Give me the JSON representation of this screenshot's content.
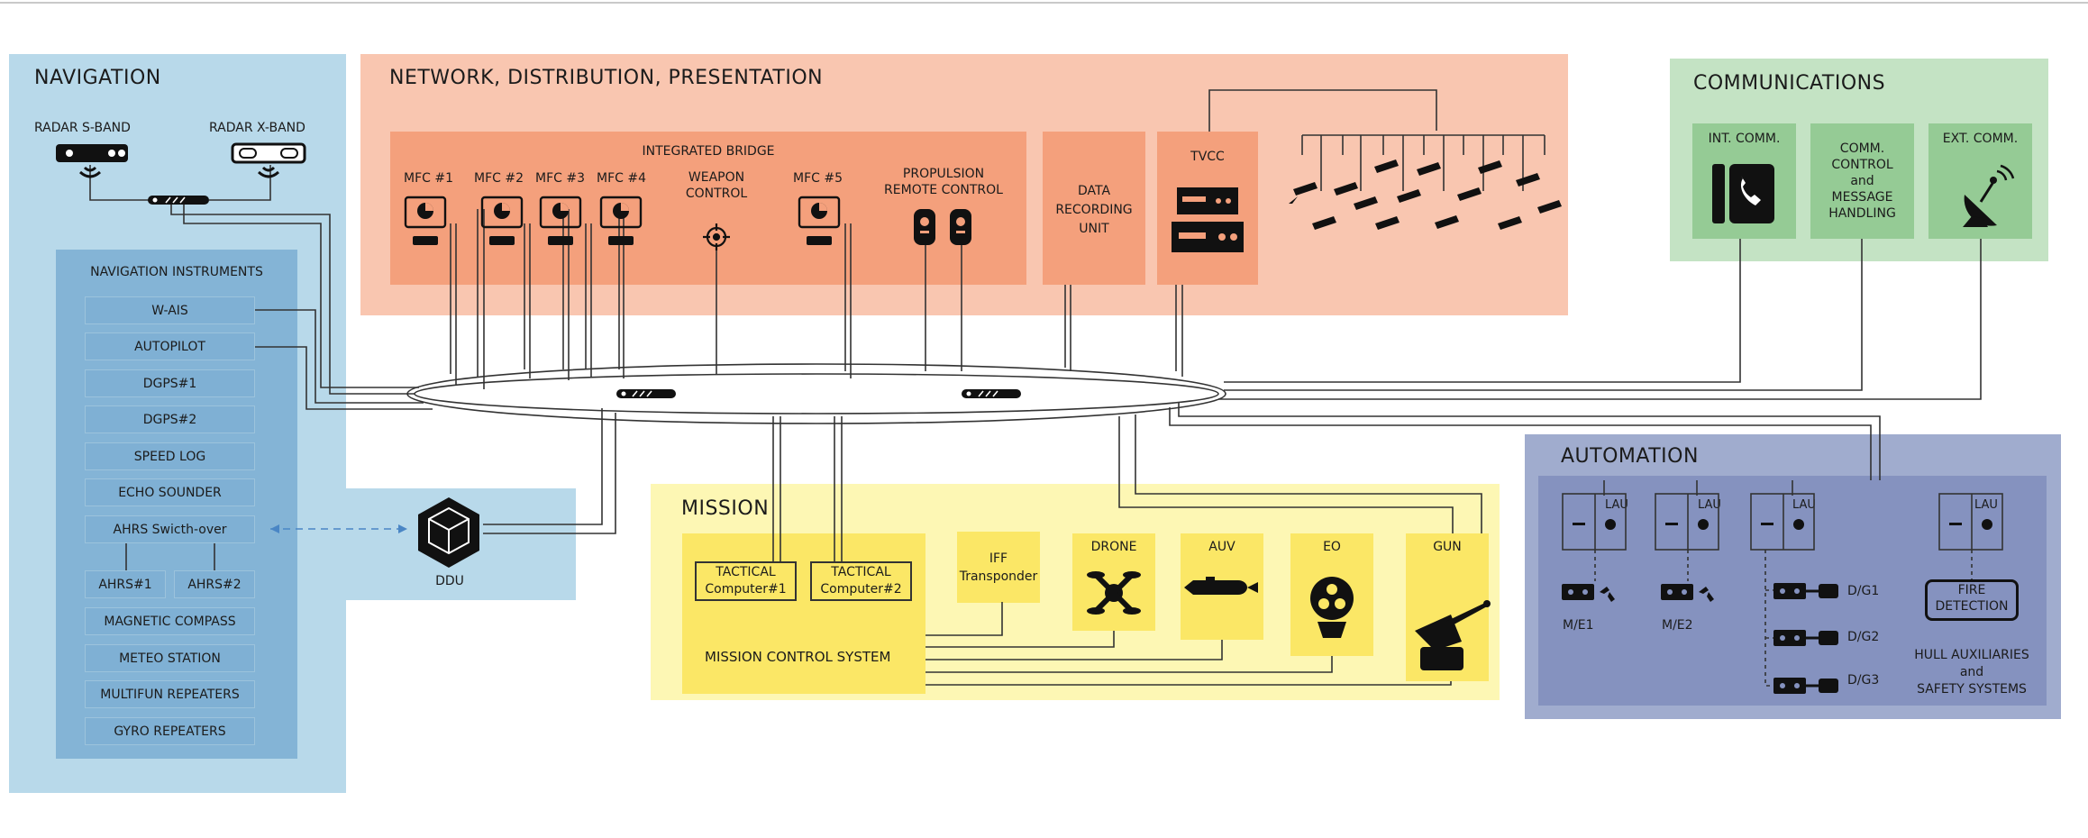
{
  "navigation": {
    "title": "NAVIGATION",
    "radar_s": "RADAR S-BAND",
    "radar_x": "RADAR X-BAND",
    "instruments_title": "NAVIGATION INSTRUMENTS",
    "instruments": [
      "W-AIS",
      "AUTOPILOT",
      "DGPS#1",
      "DGPS#2",
      "SPEED LOG",
      "ECHO SOUNDER",
      "AHRS Swicth-over"
    ],
    "ahrs1": "AHRS#1",
    "ahrs2": "AHRS#2",
    "instruments2": [
      "MAGNETIC COMPASS",
      "METEO STATION",
      "MULTIFUN REPEATERS",
      "GYRO REPEATERS"
    ],
    "ddu": "DDU"
  },
  "network": {
    "title": "NETWORK, DISTRIBUTION, PRESENTATION",
    "bridge": "INTEGRATED BRIDGE",
    "mfc": [
      "MFC #1",
      "MFC #2",
      "MFC #3",
      "MFC #4",
      "MFC #5"
    ],
    "weapon_1": "WEAPON",
    "weapon_2": "CONTROL",
    "propulsion_1": "PROPULSION",
    "propulsion_2": "REMOTE CONTROL",
    "data_rec_1": "DATA",
    "data_rec_2": "RECORDING",
    "data_rec_3": "UNIT",
    "tvcc": "TVCC"
  },
  "communications": {
    "title": "COMMUNICATIONS",
    "int": "INT. COMM.",
    "ctrl_1": "COMM.",
    "ctrl_2": "CONTROL",
    "ctrl_3": "and",
    "ctrl_4": "MESSAGE",
    "ctrl_5": "HANDLING",
    "ext": "EXT. COMM."
  },
  "mission": {
    "title": "MISSION",
    "tac1_a": "TACTICAL",
    "tac1_b": "Computer#1",
    "tac2_a": "TACTICAL",
    "tac2_b": "Computer#2",
    "mcs": "MISSION CONTROL SYSTEM",
    "iff_a": "IFF",
    "iff_b": "Transponder",
    "drone": "DRONE",
    "auv": "AUV",
    "eo": "EO",
    "gun": "GUN"
  },
  "automation": {
    "title": "AUTOMATION",
    "lau": "LAU",
    "me1": "M/E1",
    "me2": "M/E2",
    "dg1": "D/G1",
    "dg2": "D/G2",
    "dg3": "D/G3",
    "fire_1": "FIRE",
    "fire_2": "DETECTION",
    "hull_1": "HULL AUXILIARIES",
    "hull_2": "and",
    "hull_3": "SAFETY SYSTEMS"
  },
  "colors": {
    "nav_bg": "#b8d9ea",
    "nav_inner": "#84b4d6",
    "network_bg": "#f9c6b0",
    "network_inner": "#f4a07c",
    "comm_bg": "#c4e3c4",
    "comm_inner": "#95cb95",
    "mission_bg": "#fdf7b4",
    "mission_inner": "#fbe766",
    "auto_bg": "#a0acce",
    "auto_inner": "#8592bf"
  }
}
